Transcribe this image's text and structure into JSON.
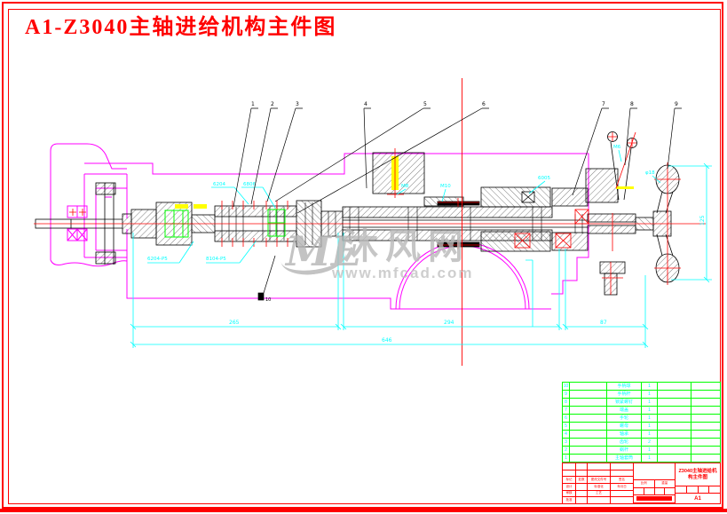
{
  "page": {
    "title": "A1-Z3040主轴进给机构主件图"
  },
  "watermark": {
    "logo": "ME",
    "name": "沐风网",
    "url": "www.mfcad.com"
  },
  "colors": {
    "outline": "#ff00ff",
    "dimension": "#00ffff",
    "detail": "#00ff00",
    "centerline": "#ff0000",
    "highlight": "#ffff00",
    "watermark": "#b9b9b9"
  },
  "drawing": {
    "balloons": [
      {
        "label": "1"
      },
      {
        "label": "2"
      },
      {
        "label": "3"
      },
      {
        "label": "4"
      },
      {
        "label": "5"
      },
      {
        "label": "6"
      },
      {
        "label": "7"
      },
      {
        "label": "8"
      },
      {
        "label": "9"
      }
    ],
    "flag": {
      "label": "10"
    },
    "dims": {
      "d1": "265",
      "d2": "294",
      "d3": "87",
      "total": "646",
      "wheel": "125"
    },
    "labels": [
      {
        "text": "6204"
      },
      {
        "text": "6806"
      },
      {
        "text": "6204-P5"
      },
      {
        "text": "8104-P5"
      },
      {
        "text": "M8"
      },
      {
        "text": "M10"
      },
      {
        "text": "6005"
      },
      {
        "text": "M6"
      },
      {
        "text": "φ18"
      }
    ]
  },
  "bom": {
    "rows": [
      {
        "no": "10",
        "name": "手柄球",
        "qty": "1"
      },
      {
        "no": "9",
        "name": "手柄杆",
        "qty": "1"
      },
      {
        "no": "8",
        "name": "锁紧螺钉",
        "qty": "1"
      },
      {
        "no": "7",
        "name": "端盖",
        "qty": "1"
      },
      {
        "no": "6",
        "name": "手轮",
        "qty": "1"
      },
      {
        "no": "5",
        "name": "螺母",
        "qty": "1"
      },
      {
        "no": "4",
        "name": "轴承",
        "qty": "1"
      },
      {
        "no": "3",
        "name": "齿轮",
        "qty": "2"
      },
      {
        "no": "2",
        "name": "蜗杆",
        "qty": "1"
      },
      {
        "no": "1",
        "name": "主轴套筒",
        "qty": "1"
      }
    ]
  },
  "titleblock": {
    "title_line1": "Z3040主轴进给机",
    "title_line2": "构主件图",
    "sheet": "A1",
    "fields": {
      "mark": "标记",
      "count": "处数",
      "zone": "分区",
      "doc": "更改文件号",
      "sign": "签名",
      "date": "年月日",
      "design": "设计",
      "check": "审核",
      "process": "工艺",
      "approve": "批准",
      "std": "标准化",
      "scale": "比例",
      "weight": "重量"
    }
  }
}
